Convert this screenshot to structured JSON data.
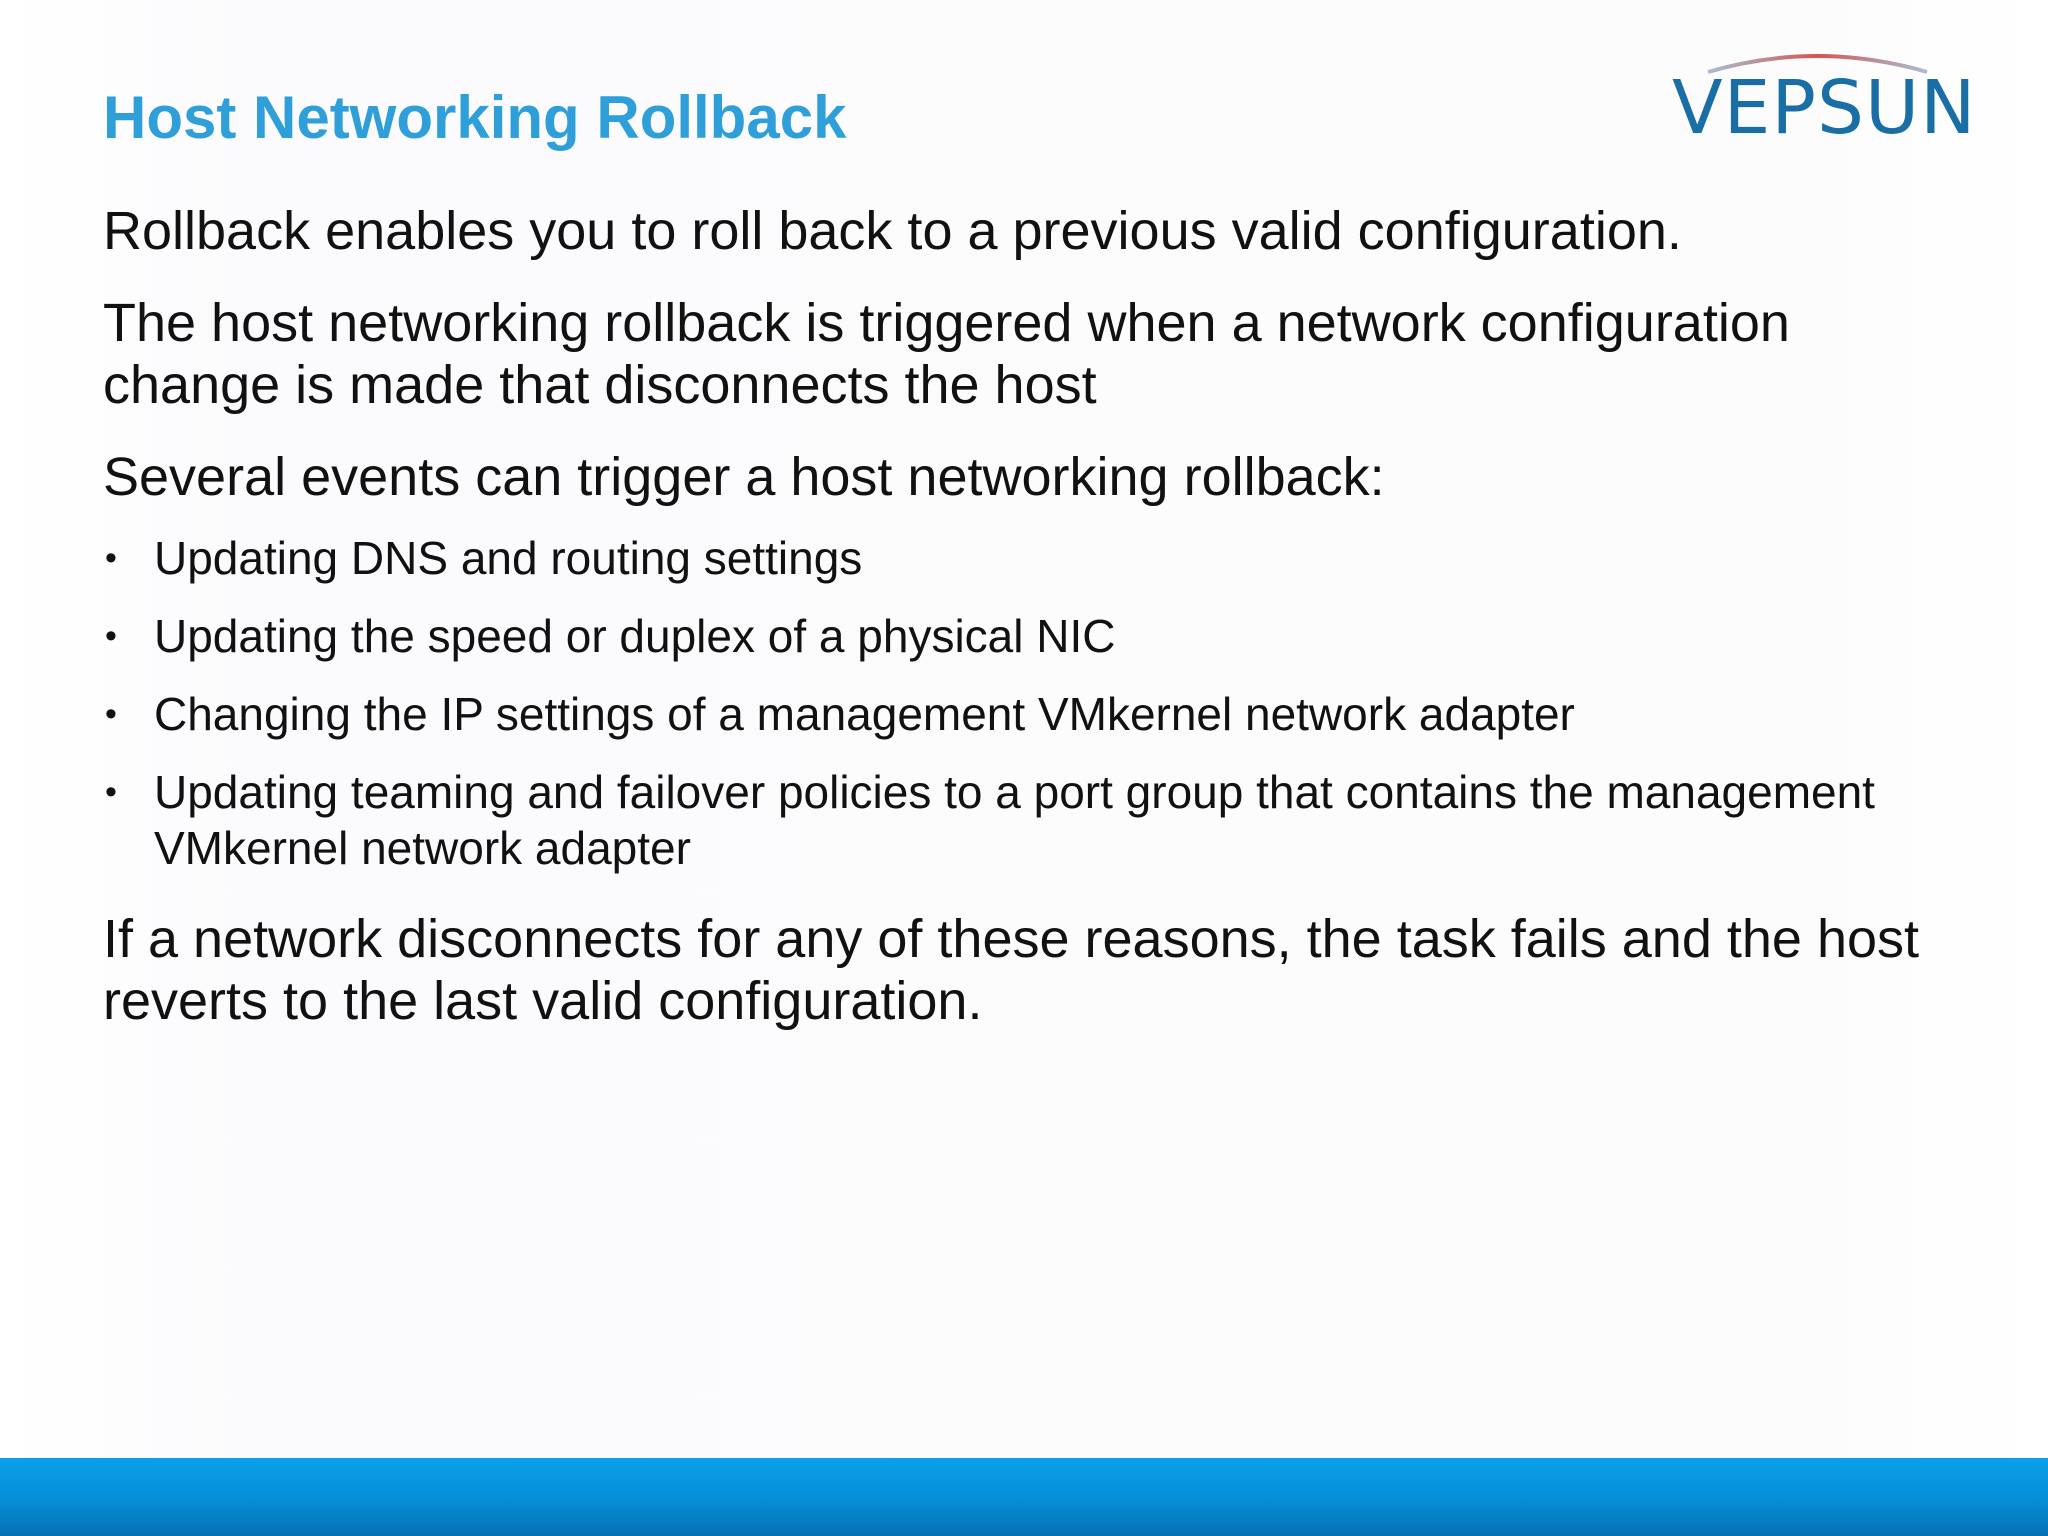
{
  "slide": {
    "title": "Host Networking Rollback",
    "logo": {
      "text": "VEPSUN",
      "text_color": "#1a6ea6",
      "arc_color": "#d9534f"
    },
    "paragraphs": [
      "Rollback enables you to roll back to a previous valid configuration.",
      "The host networking rollback is triggered when a network configuration change is made that disconnects the host",
      "Several events can trigger a host networking rollback:"
    ],
    "bullets": [
      "Updating DNS and routing settings",
      "Updating the speed or duplex of a physical NIC",
      "Changing the IP settings of a management VMkernel network adapter",
      "Updating teaming and failover policies to a port group that contains the management VMkernel network adapter"
    ],
    "bullet_glyph": "•",
    "closing": "If a network disconnects for any of these reasons, the task fails and the host reverts to the last valid configuration."
  },
  "colors": {
    "title": "#2e9fd8",
    "body_text": "#111111",
    "footer_bar": "#0590d8"
  }
}
